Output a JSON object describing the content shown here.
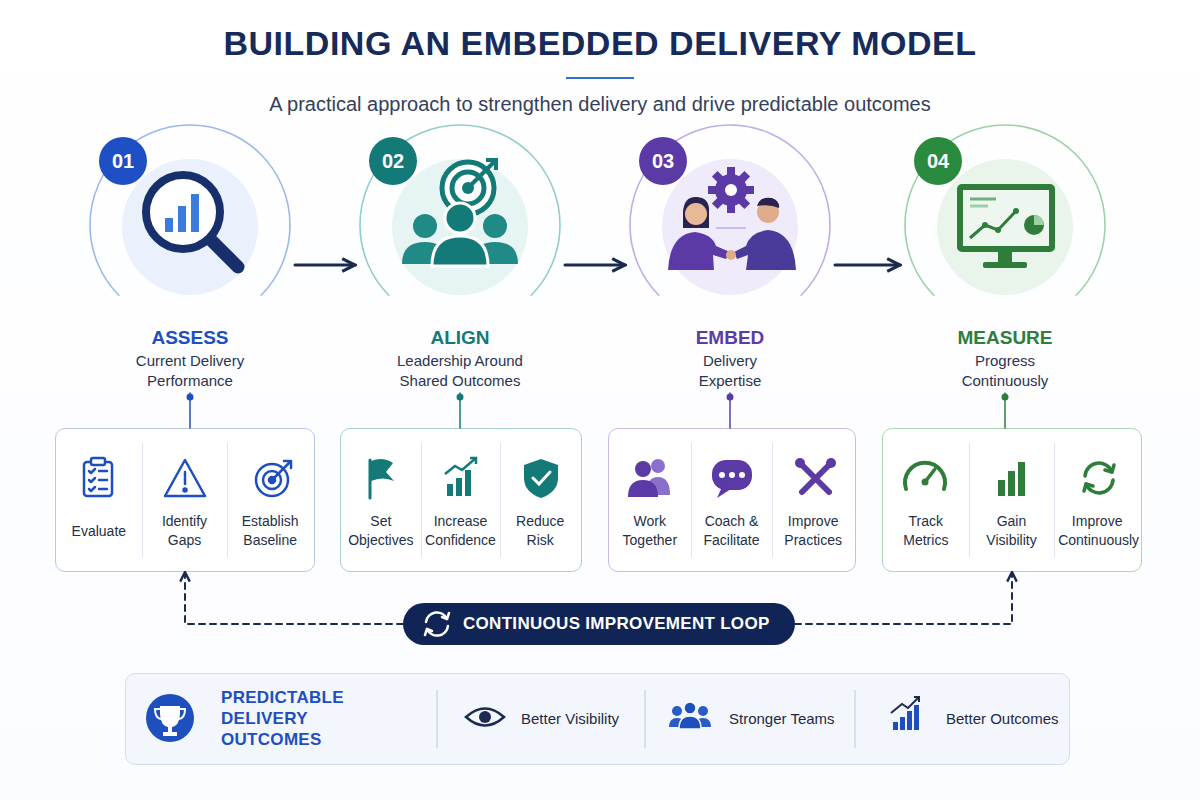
{
  "diagram": {
    "title": "BUILDING AN EMBEDDED DELIVERY MODEL",
    "nodes": [
      {
        "text": [
          "ASSESS",
          "Current Delivery Performance"
        ]
      },
      {
        "text": [
          "01"
        ],
        "in": 0
      },
      {
        "text": [
          "Evaluate",
          "Identify Gaps",
          "Establish Baseline"
        ]
      },
      {
        "text": [
          "ALIGN",
          "Leadership Around Shared Outcomes"
        ]
      },
      {
        "text": [
          "02"
        ],
        "in": 3
      },
      {
        "text": [
          "Set Objectives",
          "Increase Confidence",
          "Reduce Risk"
        ]
      },
      {
        "text": [
          "EMBED",
          "Delivery Expertise"
        ]
      },
      {
        "text": [
          "03"
        ],
        "in": 6
      },
      {
        "text": [
          "Work Together",
          "Coach & Facilitate",
          "Improve Practices"
        ]
      },
      {
        "text": [
          "MEASURE",
          "Progress Continuously"
        ]
      },
      {
        "text": [
          "04"
        ],
        "in": 9
      },
      {
        "text": [
          "Track Metrics",
          "Gain Visibility",
          "Improve Continuously"
        ]
      },
      {
        "text": [
          "CONTINUOUS IMPROVEMENT LOOP"
        ]
      },
      {
        "text": [
          "PREDICTABLE DELIVERY OUTCOMES",
          "Better Visibility",
          "Stronger Teams",
          "Better Outcomes"
        ]
      }
    ],
    "edges": [
      {
        "from": 0,
        "to": 3,
        "arrow": "to"
      },
      {
        "from": 3,
        "to": 6,
        "arrow": "to"
      },
      {
        "from": 6,
        "to": 9,
        "arrow": "to"
      },
      {
        "from": 0,
        "to": 2,
        "arrow": "none"
      },
      {
        "from": 3,
        "to": 5,
        "arrow": "none"
      },
      {
        "from": 6,
        "to": 8,
        "arrow": "none"
      },
      {
        "from": 9,
        "to": 11,
        "arrow": "none"
      },
      {
        "from": 12,
        "to": 2,
        "arrow": "to"
      },
      {
        "from": 12,
        "to": 11,
        "arrow": "to"
      }
    ],
    "labels": [
      "A practical approach to strengthen delivery and drive predictable outcomes"
    ]
  }
}
